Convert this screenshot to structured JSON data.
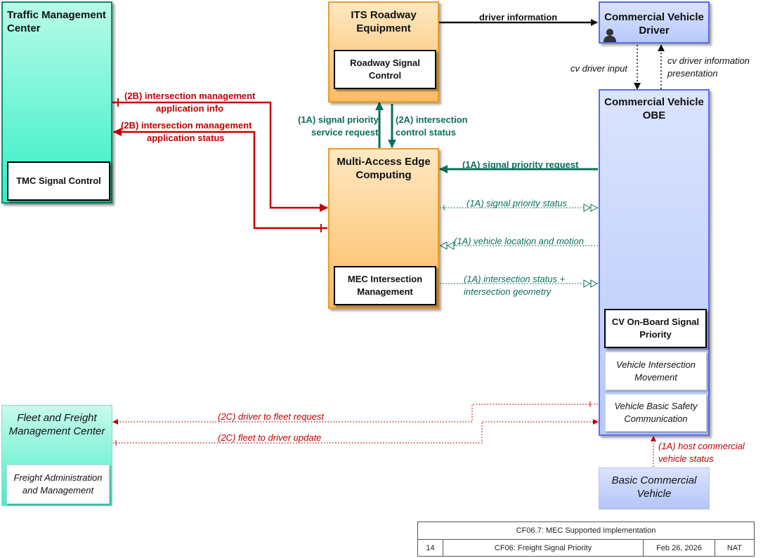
{
  "nodes": {
    "tmc": {
      "title": "Traffic Management Center",
      "inner": "TMC Signal Control"
    },
    "its": {
      "title": "ITS Roadway Equipment",
      "inner": "Roadway Signal Control"
    },
    "mec": {
      "title": "Multi-Access Edge Computing",
      "inner": "MEC Intersection Management"
    },
    "driver": {
      "title": "Commercial Vehicle Driver"
    },
    "obe": {
      "title": "Commercial Vehicle OBE",
      "inner": "CV On-Board Signal Priority",
      "sub1": "Vehicle Intersection Movement",
      "sub2": "Vehicle Basic Safety Communication"
    },
    "fleet": {
      "title": "Fleet and Freight Management Center",
      "inner": "Freight Administration and Management"
    },
    "bcv": {
      "title": "Basic Commercial Vehicle"
    }
  },
  "flows": {
    "driver_information": "driver information",
    "cv_driver_input": "cv driver input",
    "cv_driver_info_line1": "cv driver information",
    "cv_driver_info_line2": "presentation",
    "im_info_line1": "(2B) intersection management",
    "im_info_line2": "application info",
    "im_status_line1": "(2B) intersection management",
    "im_status_line2": "application status",
    "sp_service_line1": "(1A) signal priority",
    "sp_service_line2": "service request",
    "ic_status_line1": "(2A) intersection",
    "ic_status_line2": "control status",
    "sp_request": "(1A) signal priority request",
    "sp_status": "(1A) signal priority status",
    "veh_loc": "(1A) vehicle location and motion",
    "int_status_line1": "(1A) intersection status +",
    "int_status_line2": "intersection geometry",
    "d2f": "(2C) driver to fleet request",
    "f2d": "(2C) fleet to driver update",
    "host_line1": "(1A) host commercial",
    "host_line2": "vehicle status"
  },
  "footer": {
    "title": "CF06.7: MEC Supported Implementation",
    "page": "14",
    "name": "CF06: Freight Signal Priority",
    "date": "Feb 26, 2026",
    "scope": "NAT"
  },
  "colors": {
    "red": "#c00000",
    "green": "#0b6e5c",
    "black": "#111111"
  }
}
